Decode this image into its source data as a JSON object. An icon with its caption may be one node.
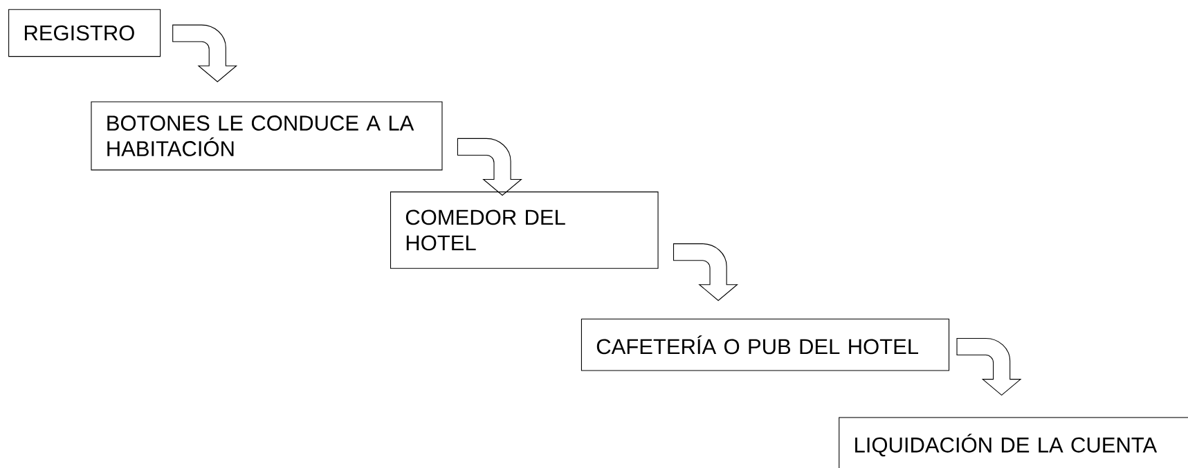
{
  "diagram": {
    "nodes": [
      {
        "text": [
          "REGISTRO"
        ]
      },
      {
        "text": [
          "BOTONES LE CONDUCE A LA HABITACIÓN"
        ]
      },
      {
        "text": [
          "COMEDOR DEL HOTEL"
        ]
      },
      {
        "text": [
          "CAFETERÍA O PUB DEL HOTEL"
        ]
      },
      {
        "text": [
          "LIQUIDACIÓN DE LA CUENTA"
        ]
      }
    ],
    "edges": [
      {
        "from": 0,
        "to": 1,
        "arrow": "to"
      },
      {
        "from": 1,
        "to": 2,
        "arrow": "to"
      },
      {
        "from": 2,
        "to": 3,
        "arrow": "to"
      },
      {
        "from": 3,
        "to": 4,
        "arrow": "to"
      }
    ]
  }
}
